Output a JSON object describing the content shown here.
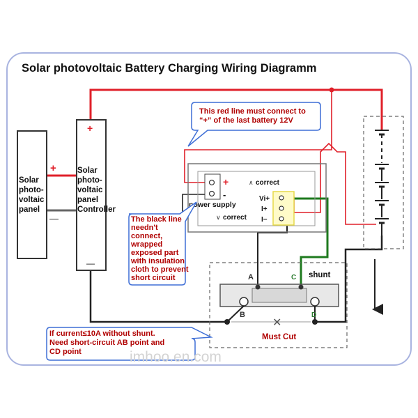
{
  "title": "Solar photovoltaic Battery Charging Wiring Diagramm",
  "solar_panel": {
    "lines": [
      "Solar",
      "photo-",
      "voltaic",
      "panel"
    ],
    "plus": "+",
    "minus": "—"
  },
  "controller": {
    "lines": [
      "Solar",
      "photo-",
      "voltaic",
      "panel",
      "Controller"
    ],
    "plus": "+",
    "minus": "—"
  },
  "callout_top": {
    "lines": [
      "This red line must connect to",
      "“+” of the last battery 12V"
    ]
  },
  "callout_left": {
    "lines": [
      "The black line",
      "needn't",
      "connect,",
      "wrapped",
      "exposed part",
      "with insulation",
      "cloth  to prevent",
      "short circuit"
    ]
  },
  "callout_bottom": {
    "lines": [
      "If current≤10A without shunt.",
      "Need short-circuit AB point and",
      "CD point"
    ]
  },
  "meter": {
    "plus": "+",
    "minus": "-",
    "power_supply": "power supply",
    "correct_top": "correct",
    "correct_bottom": "correct",
    "arrow_top": "∧",
    "arrow_bottom": "∨",
    "pins": [
      "Vi+",
      "I+",
      "I−"
    ]
  },
  "shunt": {
    "label": "shunt",
    "A": "A",
    "B": "B",
    "C": "C",
    "D": "D",
    "cut_mark": "✕",
    "cut_label": "Must Cut"
  },
  "watermark": "imhoo.en.com",
  "colors": {
    "red_wire": "#e0202a",
    "black_wire": "#1a1a1a",
    "green_wire": "#1e7a1e",
    "callout_border": "#3f6fd6",
    "note_text": "#b00000",
    "frame": "#a9b4e0"
  }
}
